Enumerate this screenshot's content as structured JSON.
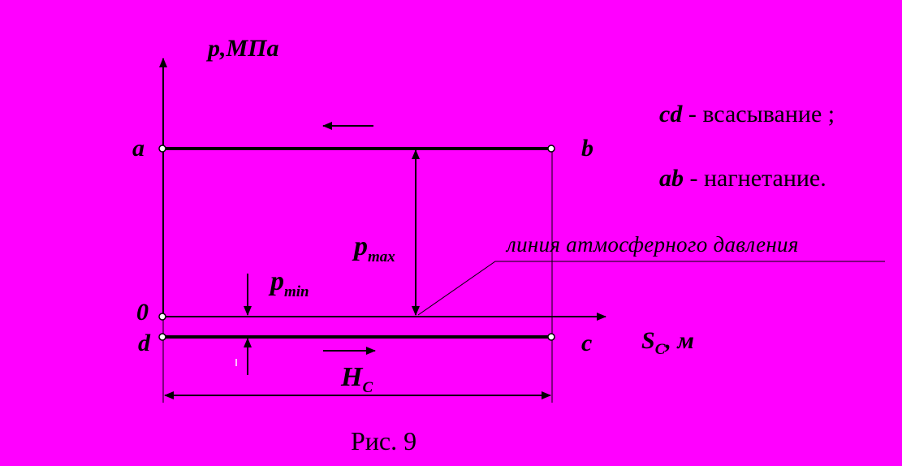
{
  "y_axis_label": "p,МПа",
  "x_axis_label": {
    "main": "S",
    "sub": "C",
    "unit": ", м"
  },
  "points": {
    "a": "a",
    "b": "b",
    "zero": "0",
    "d": "d",
    "c": "c"
  },
  "symbols": {
    "p_max": {
      "main": "p",
      "sub": "max"
    },
    "p_min": {
      "main": "p",
      "sub": "min"
    },
    "h_c": {
      "main": "H",
      "sub": "C"
    }
  },
  "atmospheric_line_label": "линия атмосферного давления",
  "legend": [
    {
      "key": "cd",
      "text": " - всасывание ;"
    },
    {
      "key": "ab",
      "text": " - нагнетание."
    }
  ],
  "caption": "Рис. 9",
  "colors": {
    "background": "#FF00FF",
    "ink": "#000000"
  }
}
